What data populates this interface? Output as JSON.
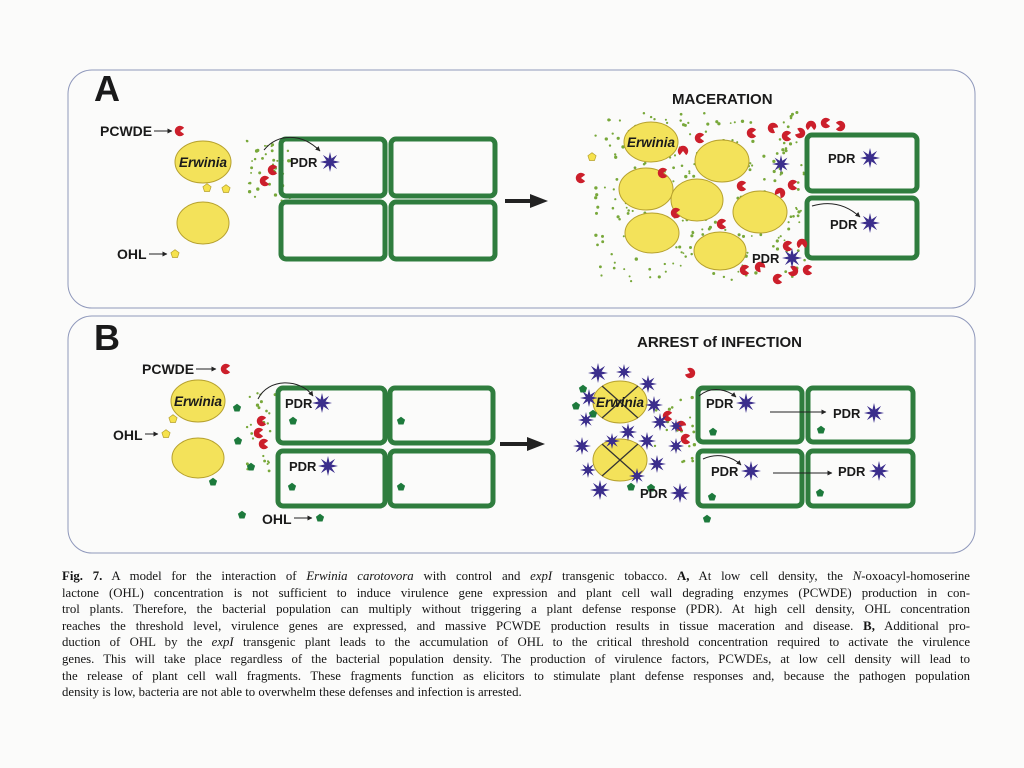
{
  "figure": {
    "panel_a": {
      "label": "A",
      "title": "MACERATION",
      "pcwde_label": "PCWDE",
      "ohl_label": "OHL",
      "bacterium_label": "Erwinia",
      "bacterium_label_right": "Erwinia",
      "pdr_labels": [
        "PDR",
        "PDR",
        "PDR",
        "PDR"
      ]
    },
    "panel_b": {
      "label": "B",
      "title": "ARREST of INFECTION",
      "pcwde_label": "PCWDE",
      "ohl_label": "OHL",
      "ohl_plant_label": "OHL",
      "bacterium_label": "Erwinia",
      "bacterium_label_right": "Erwinia",
      "pdr_labels": [
        "PDR",
        "PDR",
        "PDR",
        "PDR",
        "PDR",
        "PDR",
        "PDR"
      ]
    },
    "colors": {
      "panel_border": "#8f98bb",
      "cell_wall": "#2f7d3e",
      "bacterium_fill": "#f3e25a",
      "bacterium_outline": "#b6a12e",
      "enzyme": "#cc1f2b",
      "defense_star": "#3b2e8c",
      "ohl_bacterial": "#f6e24c",
      "ohl_plant": "#1d7a3c",
      "wall_fragment": "#78a83a"
    }
  },
  "caption": {
    "lines": [
      [
        {
          "text": "Fig. 7.",
          "bold": true
        },
        {
          "text": " A model for the interaction of "
        },
        {
          "text": "Erwinia carotovora",
          "italic": true
        },
        {
          "text": " with control and "
        },
        {
          "text": "expI",
          "italic": true
        },
        {
          "text": " transgenic tobacco. "
        },
        {
          "text": "A,",
          "bold": true
        },
        {
          "text": " At low cell density, the "
        },
        {
          "text": "N",
          "italic": true
        },
        {
          "text": "-oxoacyl-homoserine"
        }
      ],
      [
        {
          "text": "lactone (OHL) concentration is not sufficient to induce virulence gene expression and plant cell wall degrading enzymes (PCWDE) production in con-"
        }
      ],
      [
        {
          "text": "trol plants. Therefore, the bacterial population can multiply without triggering a plant defense response (PDR). At high cell density, OHL concentration"
        }
      ],
      [
        {
          "text": "reaches the threshold level, virulence genes are expressed, and massive PCWDE production results in tissue maceration and disease. "
        },
        {
          "text": "B,",
          "bold": true
        },
        {
          "text": " Additional pro-"
        }
      ],
      [
        {
          "text": "duction of OHL by the "
        },
        {
          "text": "expI",
          "italic": true
        },
        {
          "text": " transgenic plant leads to the accumulation of OHL to the critical threshold concentration required to activate the virulence"
        }
      ],
      [
        {
          "text": "genes. This will take place regardless of the bacterial population density. The production of virulence factors, PCWDEs, at low cell density will lead to"
        }
      ],
      [
        {
          "text": "the release of plant cell wall fragments. These fragments function as elicitors to stimulate plant defense responses and, because the pathogen population"
        }
      ],
      [
        {
          "text": "density is low, bacteria are not able to overwhelm these defenses and infection is arrested."
        }
      ]
    ]
  }
}
